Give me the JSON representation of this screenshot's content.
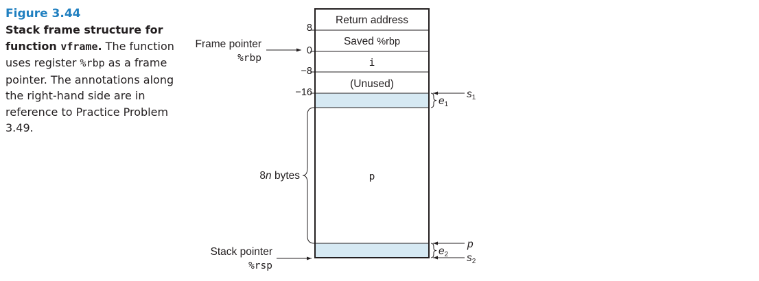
{
  "caption": {
    "figure_label": "Figure 3.44",
    "title_text": "Stack frame structure for function ",
    "title_code": "vframe",
    "title_end": ".",
    "desc1": " The function uses register ",
    "desc_code": "%rbp",
    "desc2": " as a frame pointer. The annotations along the right-hand side are in reference to Practice Problem 3.49."
  },
  "frame": {
    "cells": [
      "Return address",
      "Saved ",
      "i",
      "(Unused)",
      "",
      "p",
      ""
    ],
    "saved_reg": "%rbp",
    "offsets": [
      "8",
      "0",
      "−8",
      "−16"
    ],
    "shaded_color": "#d6e9f3",
    "border_color": "#231f20"
  },
  "labels": {
    "frame_pointer": "Frame pointer",
    "frame_pointer_reg": "%rbp",
    "stack_pointer": "Stack pointer",
    "stack_pointer_reg": "%rsp",
    "size_n": "8",
    "size_var": "n",
    "size_unit": " bytes"
  },
  "annotations": {
    "s1_base": "s",
    "s1_sub": "1",
    "e1_base": "e",
    "e1_sub": "1",
    "p_label": "p",
    "e2_base": "e",
    "e2_sub": "2",
    "s2_base": "s",
    "s2_sub": "2"
  }
}
